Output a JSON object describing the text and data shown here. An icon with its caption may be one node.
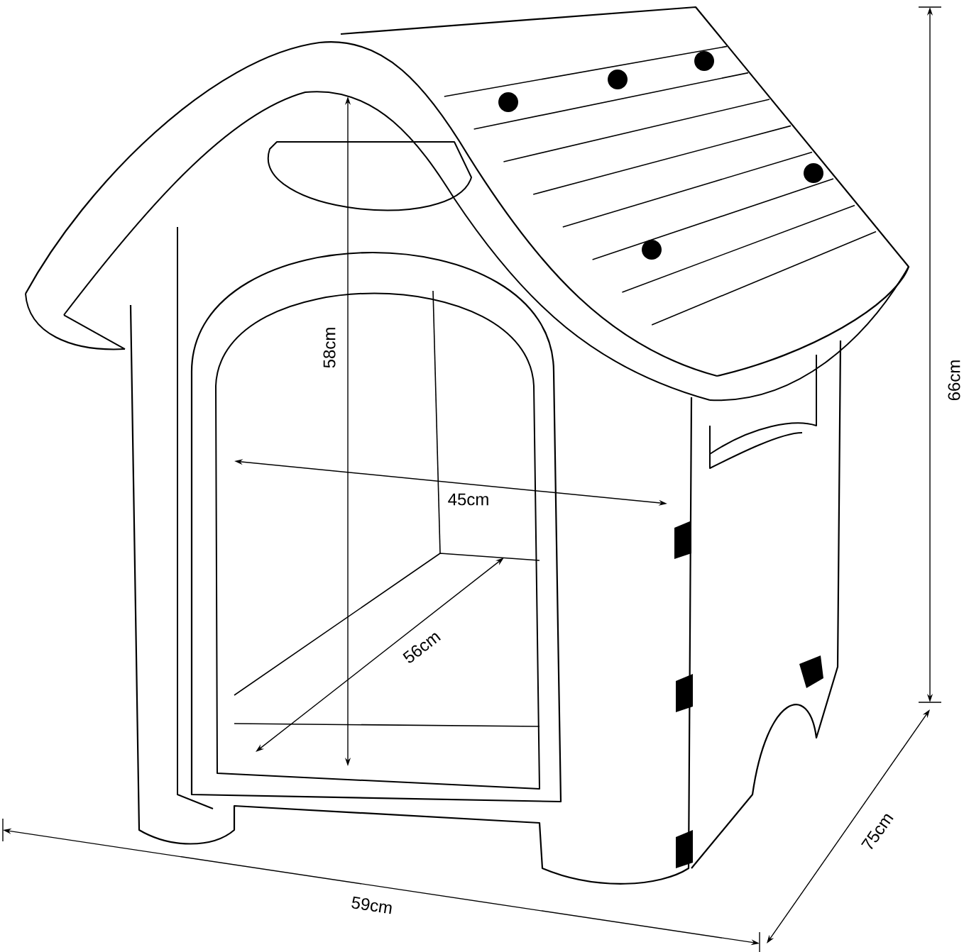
{
  "diagram": {
    "labels": [
      "58cm",
      "45cm",
      "56cm",
      "66cm",
      "59cm",
      "75cm"
    ]
  }
}
